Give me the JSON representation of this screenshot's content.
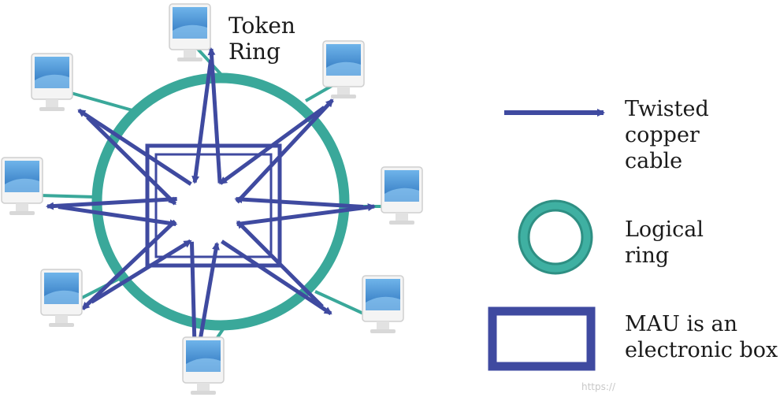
{
  "title": [
    "Token",
    "Ring"
  ],
  "legend": {
    "cable": [
      "Twisted",
      "copper",
      "cable"
    ],
    "ring": [
      "Logical",
      "ring"
    ],
    "mau": [
      "MAU is an",
      "electronic box"
    ]
  },
  "watermark": "https://",
  "colors": {
    "arrow": "#3f4aa0",
    "ring": "#3aa89a",
    "ring_dark": "#2e8f83",
    "mau": "#3f4aa0",
    "monitor_frame": "#f2f2f2",
    "monitor_screen": "#3a86cc"
  },
  "icons": [
    "computer-monitor-icon",
    "arrow-icon",
    "ring-icon",
    "box-icon"
  ]
}
